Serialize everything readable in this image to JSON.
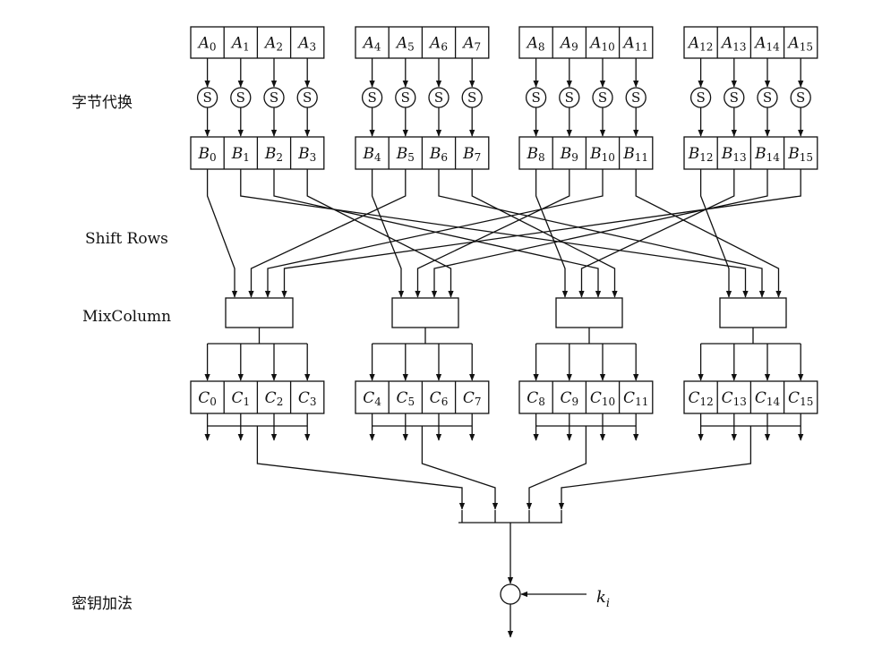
{
  "labels": {
    "sub_bytes": "字节代换",
    "shift_rows": "Shift Rows",
    "mix_column": "MixColumn",
    "add_round_key": "密钥加法"
  },
  "cells": {
    "a": [
      {
        "letter": "A",
        "sub": "0"
      },
      {
        "letter": "A",
        "sub": "1"
      },
      {
        "letter": "A",
        "sub": "2"
      },
      {
        "letter": "A",
        "sub": "3"
      },
      {
        "letter": "A",
        "sub": "4"
      },
      {
        "letter": "A",
        "sub": "5"
      },
      {
        "letter": "A",
        "sub": "6"
      },
      {
        "letter": "A",
        "sub": "7"
      },
      {
        "letter": "A",
        "sub": "8"
      },
      {
        "letter": "A",
        "sub": "9"
      },
      {
        "letter": "A",
        "sub": "10"
      },
      {
        "letter": "A",
        "sub": "11"
      },
      {
        "letter": "A",
        "sub": "12"
      },
      {
        "letter": "A",
        "sub": "13"
      },
      {
        "letter": "A",
        "sub": "14"
      },
      {
        "letter": "A",
        "sub": "15"
      }
    ],
    "b": [
      {
        "letter": "B",
        "sub": "0"
      },
      {
        "letter": "B",
        "sub": "1"
      },
      {
        "letter": "B",
        "sub": "2"
      },
      {
        "letter": "B",
        "sub": "3"
      },
      {
        "letter": "B",
        "sub": "4"
      },
      {
        "letter": "B",
        "sub": "5"
      },
      {
        "letter": "B",
        "sub": "6"
      },
      {
        "letter": "B",
        "sub": "7"
      },
      {
        "letter": "B",
        "sub": "8"
      },
      {
        "letter": "B",
        "sub": "9"
      },
      {
        "letter": "B",
        "sub": "10"
      },
      {
        "letter": "B",
        "sub": "11"
      },
      {
        "letter": "B",
        "sub": "12"
      },
      {
        "letter": "B",
        "sub": "13"
      },
      {
        "letter": "B",
        "sub": "14"
      },
      {
        "letter": "B",
        "sub": "15"
      }
    ],
    "c": [
      {
        "letter": "C",
        "sub": "0"
      },
      {
        "letter": "C",
        "sub": "1"
      },
      {
        "letter": "C",
        "sub": "2"
      },
      {
        "letter": "C",
        "sub": "3"
      },
      {
        "letter": "C",
        "sub": "4"
      },
      {
        "letter": "C",
        "sub": "5"
      },
      {
        "letter": "C",
        "sub": "6"
      },
      {
        "letter": "C",
        "sub": "7"
      },
      {
        "letter": "C",
        "sub": "8"
      },
      {
        "letter": "C",
        "sub": "9"
      },
      {
        "letter": "C",
        "sub": "10"
      },
      {
        "letter": "C",
        "sub": "11"
      },
      {
        "letter": "C",
        "sub": "12"
      },
      {
        "letter": "C",
        "sub": "13"
      },
      {
        "letter": "C",
        "sub": "14"
      },
      {
        "letter": "C",
        "sub": "15"
      }
    ]
  },
  "sbox_label": "S",
  "round_key": {
    "letter": "k",
    "sub": "i"
  },
  "shift_rows_map": [
    0,
    5,
    10,
    15,
    4,
    9,
    14,
    3,
    8,
    13,
    2,
    7,
    12,
    1,
    6,
    11
  ]
}
